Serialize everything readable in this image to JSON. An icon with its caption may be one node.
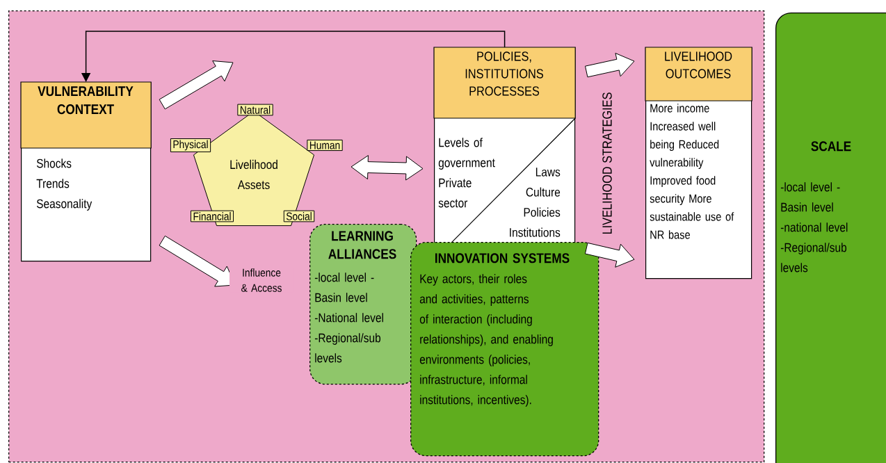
{
  "diagram": {
    "nodes": [
      {
        "text": [],
        "shape": "box"
      },
      {
        "text": [
          "VULNERABILITY CONTEXT",
          "Shocks Trends Seasonality"
        ],
        "in": 0
      },
      {
        "text": [
          "Livelihood Assets"
        ],
        "in": 0
      },
      {
        "text": [
          "Natural"
        ],
        "in": 0
      },
      {
        "text": [
          "Physical"
        ],
        "in": 0
      },
      {
        "text": [
          "Human"
        ],
        "in": 0
      },
      {
        "text": [
          "Financial"
        ],
        "in": 0
      },
      {
        "text": [
          "Social"
        ],
        "in": 0
      },
      {
        "text": [
          "POLICIES, INSTITUTIONS PROCESSES",
          "Levels of government Private sector",
          "Laws Culture Policies Institutions"
        ],
        "in": 0
      },
      {
        "text": [
          "LIVELIHOOD OUTCOMES",
          "More income Increased well being Reduced vulnerability Improved food security More sustainable use of NR base"
        ],
        "in": 0
      },
      {
        "text": [
          "LEARNING ALLIANCES",
          "-local level -Basin level -National level -Regional/sub levels"
        ],
        "in": 0
      },
      {
        "text": [
          "INNOVATION SYSTEMS",
          "Key actors, their roles and activities, patterns of interaction (including relationships), and enabling environments (policies, infrastructure, informal institutions, incentives)."
        ],
        "in": 0
      },
      {
        "text": [
          "SCALE",
          "-local level -Basin level -national level -Regional/sub levels"
        ]
      }
    ],
    "edges": [
      {
        "from": 8,
        "to": 1,
        "arrow": "to"
      },
      {
        "from": 1,
        "to": null,
        "arrow": "to"
      },
      {
        "from": 1,
        "to": null,
        "arrow": "to",
        "label": "Influence & Access"
      },
      {
        "from": 2,
        "to": 8,
        "arrow": "both"
      },
      {
        "from": 8,
        "to": 9,
        "arrow": "to"
      },
      {
        "from": 8,
        "to": 9,
        "arrow": "to"
      }
    ],
    "labels": [
      "LIVELIHOOD STRATEGIES"
    ]
  }
}
